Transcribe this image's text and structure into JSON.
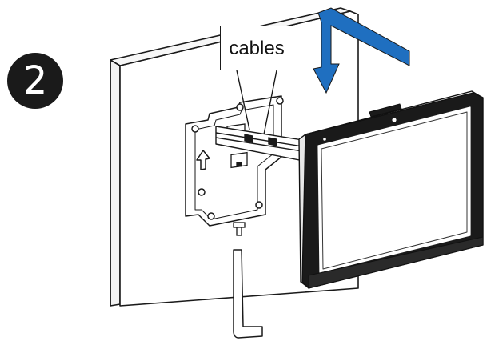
{
  "step": {
    "number": "2"
  },
  "callout": {
    "label": "cables"
  },
  "colors": {
    "ink": "#1a1a1a",
    "arrow_fill": "#1f6fc0",
    "screen": "#111111",
    "paper": "#ffffff"
  },
  "icons": {
    "wall": "wall-panel",
    "bracket": "mounting-bracket",
    "arrow": "down-arrow-icon",
    "tool": "allen-key-icon"
  }
}
